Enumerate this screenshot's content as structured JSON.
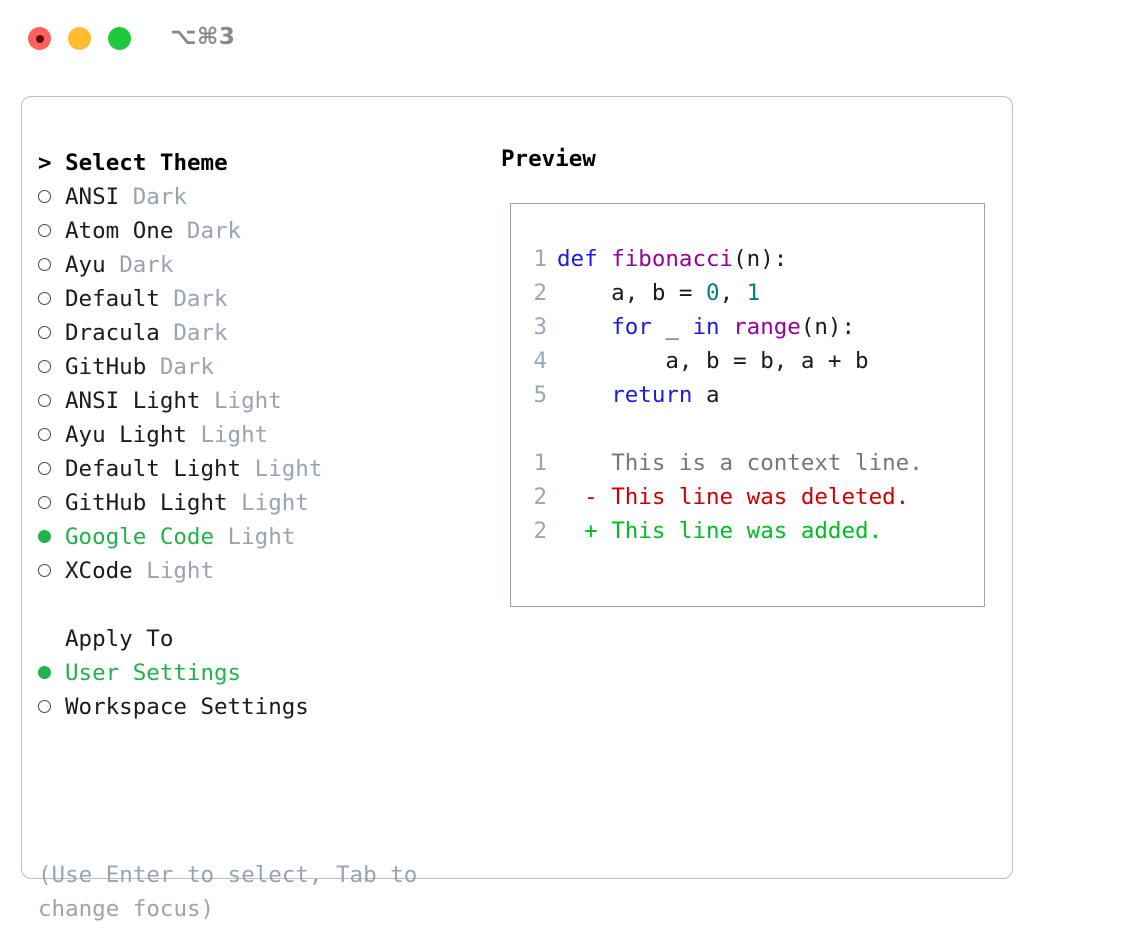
{
  "titlebar": {
    "shortcut": "⌥⌘3",
    "buttons": [
      {
        "name": "close",
        "color": "#ff605c"
      },
      {
        "name": "minimize",
        "color": "#ffbd2e"
      },
      {
        "name": "maximize",
        "color": "#1fc93c"
      }
    ]
  },
  "theme_panel": {
    "header": "> Select Theme",
    "items": [
      {
        "name": "ANSI",
        "variant": "Dark",
        "selected": false
      },
      {
        "name": "Atom One",
        "variant": "Dark",
        "selected": false
      },
      {
        "name": "Ayu",
        "variant": "Dark",
        "selected": false
      },
      {
        "name": "Default",
        "variant": "Dark",
        "selected": false
      },
      {
        "name": "Dracula",
        "variant": "Dark",
        "selected": false
      },
      {
        "name": "GitHub",
        "variant": "Dark",
        "selected": false
      },
      {
        "name": "ANSI Light",
        "variant": "Light",
        "selected": false
      },
      {
        "name": "Ayu Light",
        "variant": "Light",
        "selected": false
      },
      {
        "name": "Default Light",
        "variant": "Light",
        "selected": false
      },
      {
        "name": "GitHub Light",
        "variant": "Light",
        "selected": false
      },
      {
        "name": "Google Code",
        "variant": "Light",
        "selected": true
      },
      {
        "name": "XCode",
        "variant": "Light",
        "selected": false
      }
    ]
  },
  "apply_to": {
    "header": "Apply To",
    "options": [
      {
        "label": "User Settings",
        "selected": true
      },
      {
        "label": "Workspace Settings",
        "selected": false
      }
    ]
  },
  "help_text": "(Use Enter to select, Tab to change focus)",
  "preview": {
    "title": "Preview",
    "code_lines": [
      {
        "num": "1",
        "tokens": [
          {
            "t": "def ",
            "c": "kw"
          },
          {
            "t": "fibonacci",
            "c": "fn"
          },
          {
            "t": "(n):",
            "c": "pl"
          }
        ]
      },
      {
        "num": "2",
        "tokens": [
          {
            "t": "    a, b = ",
            "c": "pl"
          },
          {
            "t": "0",
            "c": "num"
          },
          {
            "t": ", ",
            "c": "pl"
          },
          {
            "t": "1",
            "c": "num"
          }
        ]
      },
      {
        "num": "3",
        "tokens": [
          {
            "t": "    ",
            "c": "pl"
          },
          {
            "t": "for",
            "c": "kw"
          },
          {
            "t": " _ ",
            "c": "pl"
          },
          {
            "t": "in",
            "c": "kw"
          },
          {
            "t": " ",
            "c": "pl"
          },
          {
            "t": "range",
            "c": "fn"
          },
          {
            "t": "(n):",
            "c": "pl"
          }
        ]
      },
      {
        "num": "4",
        "tokens": [
          {
            "t": "        a, b = b, a + b",
            "c": "pl"
          }
        ]
      },
      {
        "num": "5",
        "tokens": [
          {
            "t": "    ",
            "c": "pl"
          },
          {
            "t": "return",
            "c": "kw"
          },
          {
            "t": " a",
            "c": "pl"
          }
        ]
      }
    ],
    "diff_lines": [
      {
        "num": "1",
        "prefix": "  ",
        "text": "This is a context line.",
        "kind": "ctx"
      },
      {
        "num": "2",
        "prefix": "- ",
        "text": "This line was deleted.",
        "kind": "del"
      },
      {
        "num": "2",
        "prefix": "+ ",
        "text": "This line was added.",
        "kind": "add"
      }
    ]
  },
  "colors": {
    "selected_green": "#22b14c",
    "muted_gray": "#9aa3b2",
    "keyword_blue": "#1a1ae6",
    "function_purple": "#990099",
    "number_teal": "#008080",
    "diff_delete_red": "#cc0000",
    "diff_add_green": "#00bb22",
    "panel_border": "#b6bfcc",
    "preview_border": "#94a3b4"
  }
}
